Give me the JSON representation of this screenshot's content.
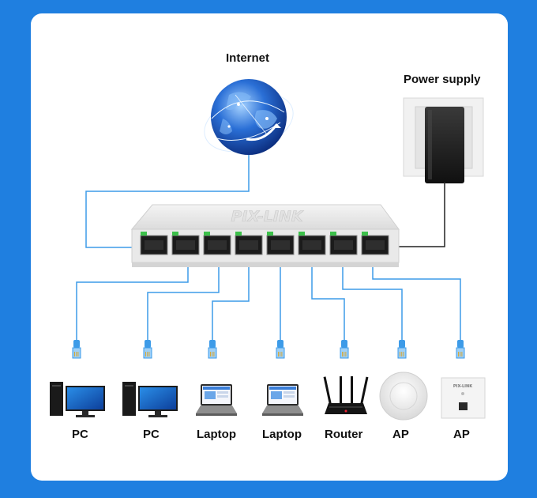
{
  "labels": {
    "internet": "Internet",
    "power_supply": "Power supply",
    "brand": "PIX-LINK",
    "ap_brand": "PIX-LINK"
  },
  "devices": [
    {
      "label": "PC",
      "icon": "desktop-pc-icon"
    },
    {
      "label": "PC",
      "icon": "desktop-pc-icon"
    },
    {
      "label": "Laptop",
      "icon": "laptop-icon"
    },
    {
      "label": "Laptop",
      "icon": "laptop-icon"
    },
    {
      "label": "Router",
      "icon": "router-icon"
    },
    {
      "label": "AP",
      "icon": "ceiling-ap-icon"
    },
    {
      "label": "AP",
      "icon": "wall-ap-icon"
    }
  ],
  "colors": {
    "background": "#1f7fe0",
    "cable": "#3d9be8",
    "port_led": "#3cc04a"
  }
}
